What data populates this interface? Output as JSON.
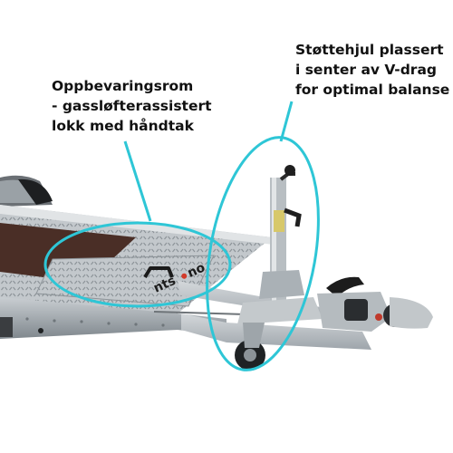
{
  "annotations": {
    "storage": {
      "lines": [
        "Oppbevaringsrom",
        "- gassløfterassistert",
        "lokk med håndtak"
      ]
    },
    "jockey_wheel": {
      "lines": [
        "Støttehjul plassert",
        "i senter av V-drag",
        "for optimal balanse"
      ]
    }
  },
  "decal_text": "nts",
  "decal_suffix": "no",
  "colors": {
    "callout": "#2ec6d6",
    "steel": "#b9bfc4",
    "deck_panel": "#4a2e26",
    "text": "#111111"
  }
}
